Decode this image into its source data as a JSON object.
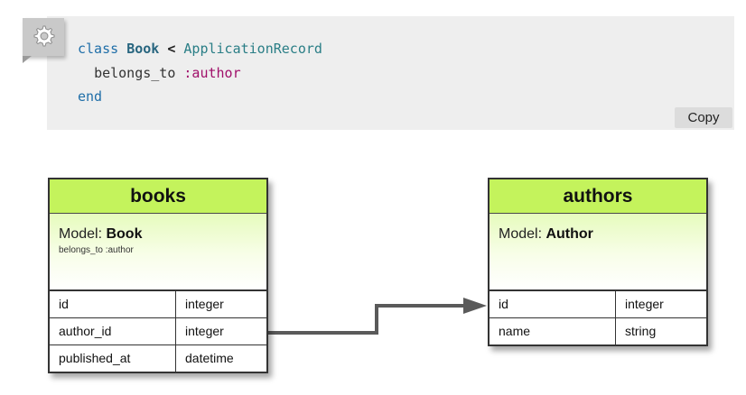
{
  "code": {
    "icon": "gear-icon",
    "lines": [
      {
        "kw_class": "class",
        "class_name": "Book",
        "op": "<",
        "superclass": "ApplicationRecord"
      },
      {
        "method": "belongs_to",
        "symbol": ":author"
      },
      {
        "kw_end": "end"
      }
    ],
    "copy_label": "Copy"
  },
  "diagram": {
    "books": {
      "title": "books",
      "model_prefix": "Model: ",
      "model_name": "Book",
      "association": "belongs_to :author",
      "columns": [
        {
          "name": "id",
          "type": "integer"
        },
        {
          "name": "author_id",
          "type": "integer"
        },
        {
          "name": "published_at",
          "type": "datetime"
        }
      ]
    },
    "authors": {
      "title": "authors",
      "model_prefix": "Model: ",
      "model_name": "Author",
      "columns": [
        {
          "name": "id",
          "type": "integer"
        },
        {
          "name": "name",
          "type": "string"
        }
      ]
    },
    "colors": {
      "header": "#c4f35c",
      "arrow": "#5a5a5a"
    }
  }
}
